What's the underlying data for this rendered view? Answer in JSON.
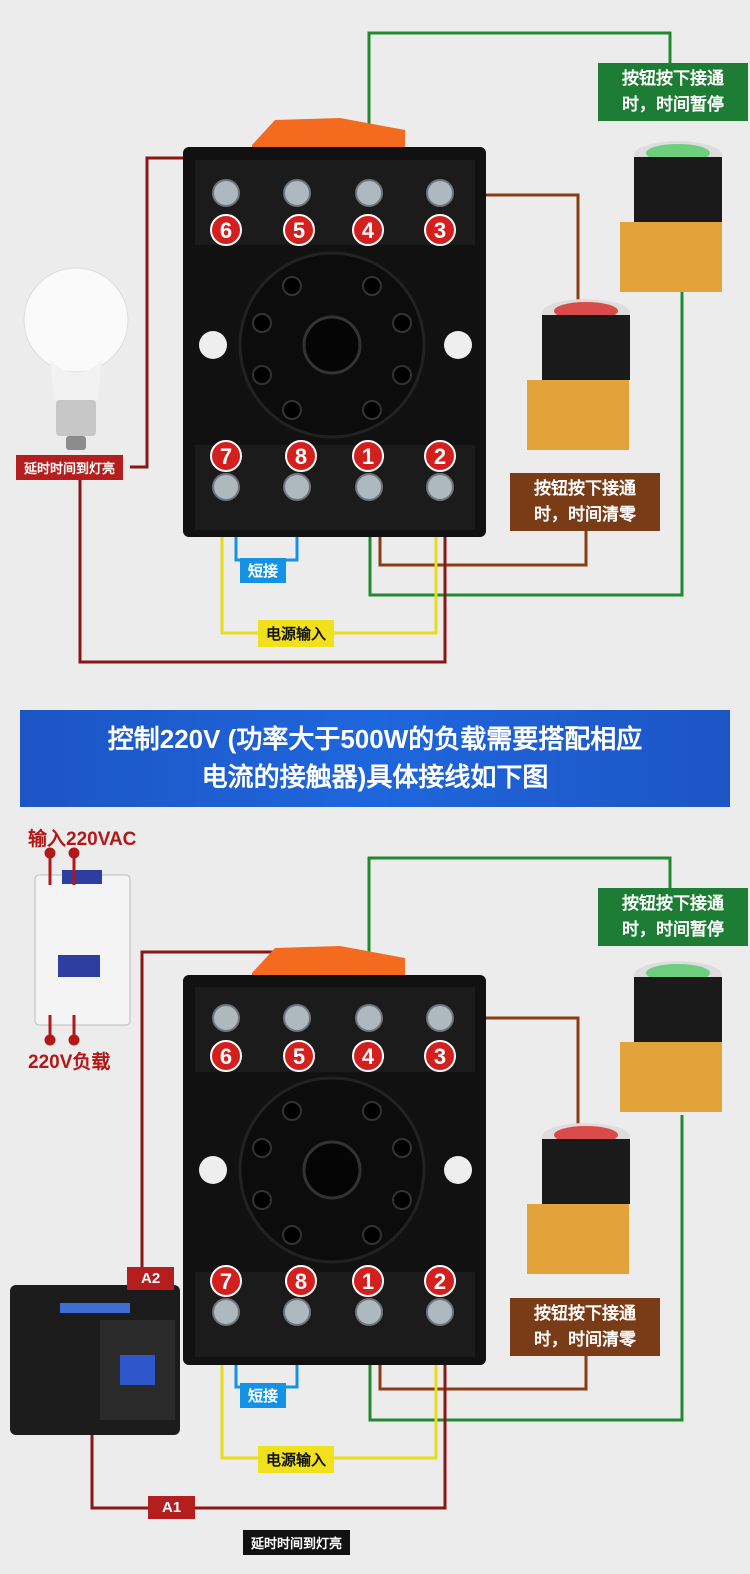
{
  "top_panel": {
    "button_pause_label": "按钮按下接通\n时，时间暂停",
    "button_reset_label": "按钮按下接通\n时，时间清零",
    "lamp_label": "延时时间到灯亮",
    "short_label": "短接",
    "power_label": "电源输入",
    "terminal_numbers": [
      "6",
      "5",
      "4",
      "3",
      "7",
      "8",
      "1",
      "2"
    ]
  },
  "banner": {
    "text": "控制220V (功率大于500W的负载需要搭配相应\n电流的接触器)具体接线如下图"
  },
  "bottom_panel": {
    "input_label": "输入220VAC",
    "load_label": "220V负载",
    "button_pause_label": "按钮按下接通\n时，时间暂停",
    "button_reset_label": "按钮按下接通\n时，时间清零",
    "a2_label": "A2",
    "a1_label": "A1",
    "lamp_label": "延时时间到灯亮",
    "short_label": "短接",
    "power_label": "电源输入",
    "terminal_numbers": [
      "6",
      "5",
      "4",
      "3",
      "7",
      "8",
      "1",
      "2"
    ]
  },
  "colors": {
    "green_wire": "#1f8a2e",
    "brown_wire": "#8a3d14",
    "dark_red_wire": "#8a1616",
    "yellow_wire": "#e8dc1c",
    "blue_wire": "#1493e6",
    "terminal_badge": "#d41f1f",
    "banner": "#1e5fd6"
  }
}
